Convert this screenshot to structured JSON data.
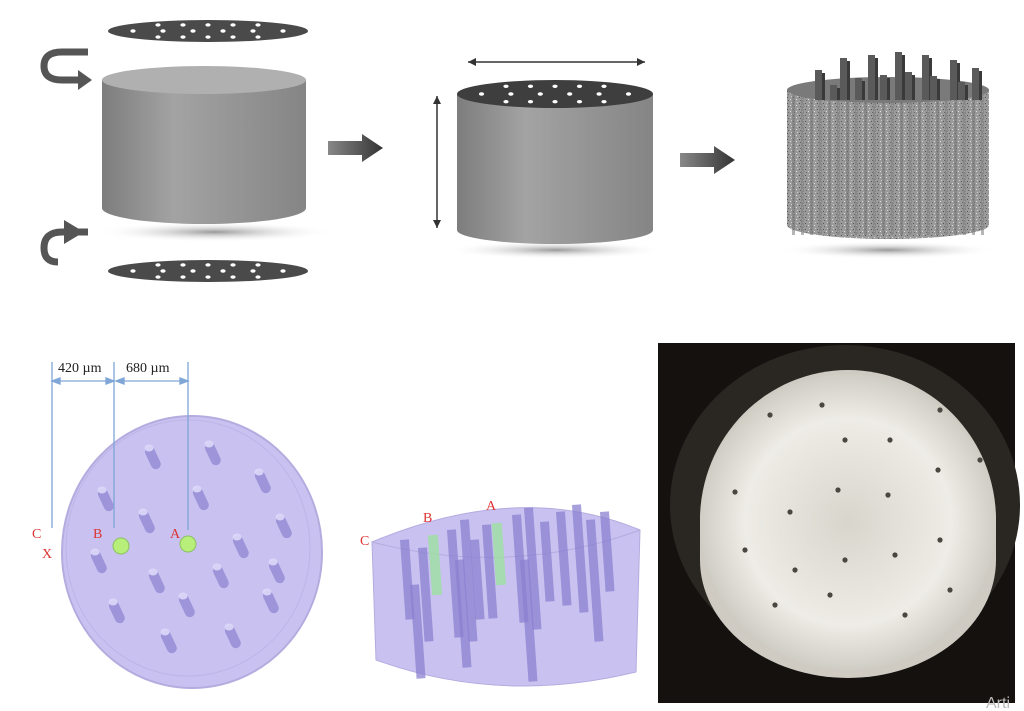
{
  "dimensions": {
    "left_spacing": "420 µm",
    "right_spacing": "680 µm"
  },
  "points": {
    "a": "A",
    "b": "B",
    "c": "C",
    "x": "X"
  },
  "points_side": {
    "a": "A",
    "b": "B",
    "c": "C"
  },
  "watermark": "Arti",
  "colors": {
    "cylinder": "#8c8c8c",
    "disk": "#555555",
    "model": "#c9c2f0",
    "channel": "#8a80d0",
    "marker": "#b8ef7a",
    "photo_bg": "#15110f"
  }
}
